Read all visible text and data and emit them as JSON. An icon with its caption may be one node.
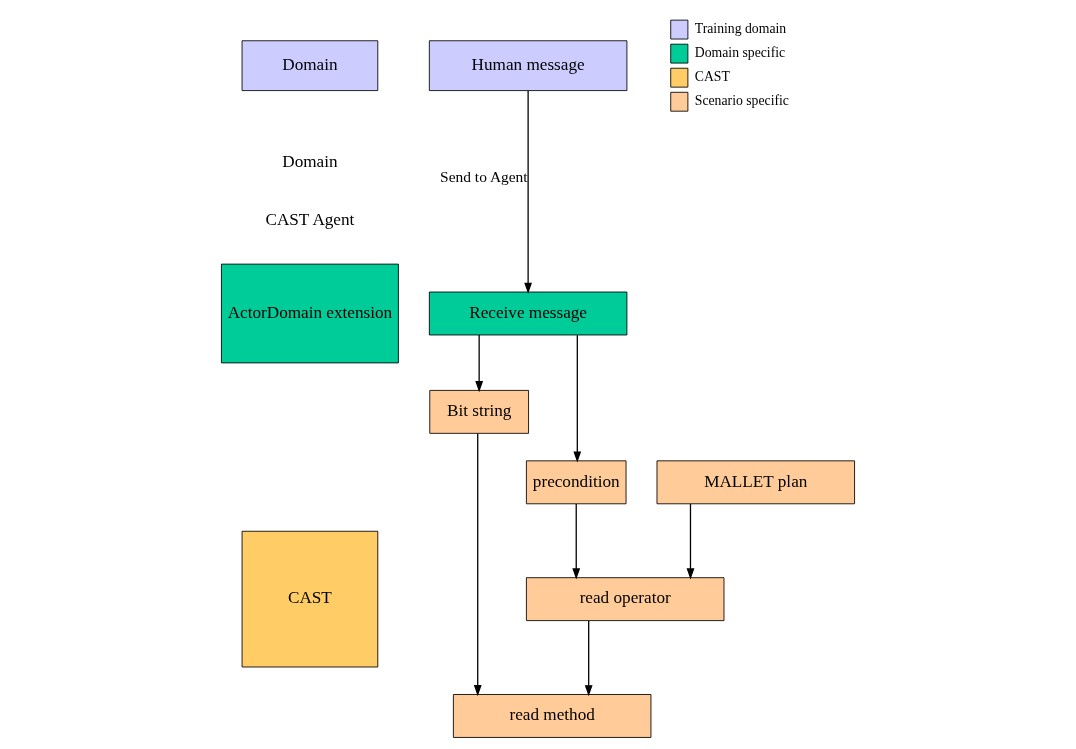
{
  "diagram": {
    "nodes": [
      {
        "text": [
          "Domain"
        ]
      },
      {
        "text": [
          "Human message"
        ]
      },
      {
        "text": [
          "ActorDomain extension"
        ]
      },
      {
        "text": [
          "Receive message"
        ]
      },
      {
        "text": [
          "Bit string"
        ]
      },
      {
        "text": [
          "read method"
        ]
      },
      {
        "text": [
          "precondition"
        ]
      },
      {
        "text": [
          "CAST"
        ]
      },
      {
        "text": [
          "read operator"
        ]
      },
      {
        "text": [
          "MALLET plan"
        ]
      }
    ],
    "edges": [
      {
        "from": 1,
        "to": 3,
        "arrow": "to",
        "label": "Send to Agent"
      },
      {
        "from": 3,
        "to": 4,
        "arrow": "to"
      },
      {
        "from": 4,
        "to": 5,
        "arrow": "to"
      },
      {
        "from": 3,
        "to": 6,
        "arrow": "to"
      },
      {
        "from": 6,
        "to": 8,
        "arrow": "to"
      },
      {
        "from": 8,
        "to": 5,
        "arrow": "to"
      },
      {
        "from": 9,
        "to": 8,
        "arrow": "to"
      }
    ],
    "labels": [
      "Domain",
      "CAST Agent"
    ],
    "legend": [
      {
        "text": "Training domain",
        "color": "#ccccff"
      },
      {
        "text": "Domain specific",
        "color": "#00cc99"
      },
      {
        "text": "CAST",
        "color": "#ffcc66"
      },
      {
        "text": "Scenario specific",
        "color": "#ffcc99"
      }
    ]
  }
}
